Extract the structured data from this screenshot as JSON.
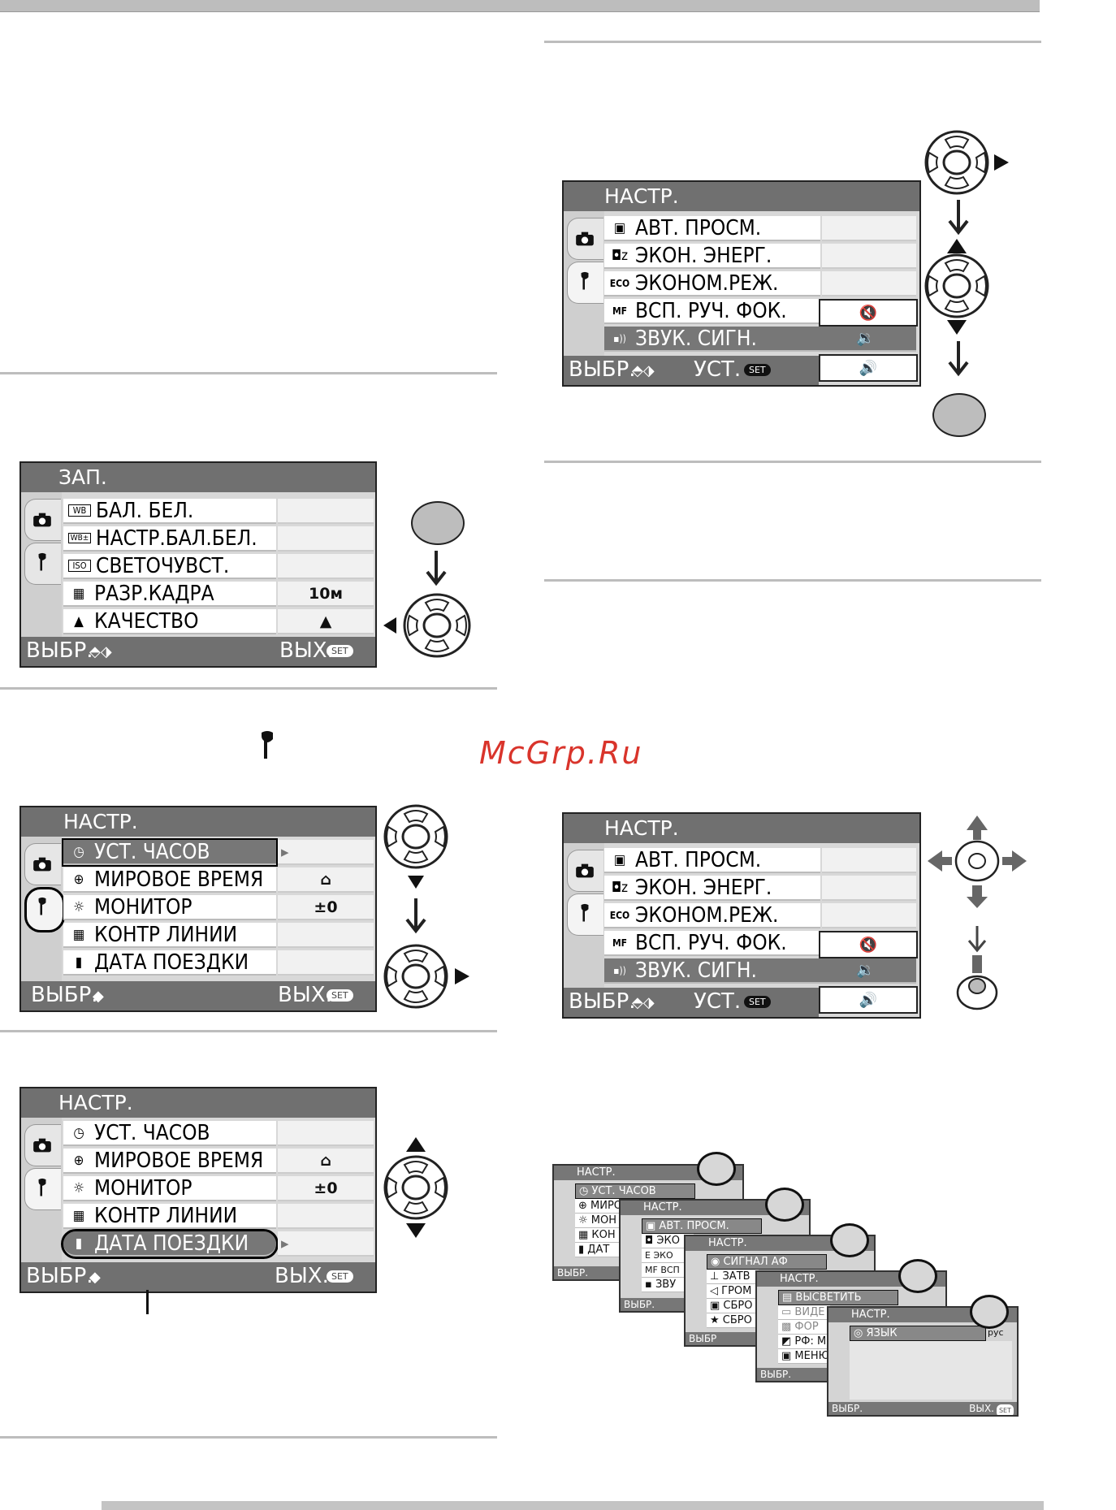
{
  "watermark": "McGrp.Ru",
  "screen_rec": {
    "title": "ЗАП.",
    "items": [
      {
        "icon": "WB",
        "label": "БАЛ. БЕЛ.",
        "value": ""
      },
      {
        "icon": "WB±",
        "label": "НАСТР.БАЛ.БЕЛ.",
        "value": ""
      },
      {
        "icon": "ISO",
        "label": "СВЕТОЧУВСТ.",
        "value": ""
      },
      {
        "icon": "▦",
        "label": "РАЗР.КАДРА",
        "value": "10м"
      },
      {
        "icon": "▲",
        "label": "КАЧЕСТВО",
        "value": "▲"
      }
    ],
    "footer_left": "ВЫБР.",
    "footer_right": "ВЫХ.",
    "set": "SET"
  },
  "screen_setup_a": {
    "title": "НАСТР.",
    "items": [
      {
        "icon": "◷",
        "label": "УСТ. ЧАСОВ",
        "value": "▸"
      },
      {
        "icon": "⊕",
        "label": "МИРОВОЕ ВРЕМЯ",
        "value": "⌂"
      },
      {
        "icon": "☼",
        "label": "МОНИТОР",
        "value": "±0"
      },
      {
        "icon": "▦",
        "label": "КОНТР ЛИНИИ",
        "value": ""
      },
      {
        "icon": "▮",
        "label": "ДАТА ПОЕЗДКИ",
        "value": ""
      }
    ],
    "footer_left": "ВЫБР.",
    "footer_right": "ВЫХ.",
    "set": "SET"
  },
  "screen_setup_b": {
    "title": "НАСТР.",
    "items": [
      {
        "icon": "◷",
        "label": "УСТ. ЧАСОВ",
        "value": ""
      },
      {
        "icon": "⊕",
        "label": "МИРОВОЕ ВРЕМЯ",
        "value": "⌂"
      },
      {
        "icon": "☼",
        "label": "МОНИТОР",
        "value": "±0"
      },
      {
        "icon": "▦",
        "label": "КОНТР ЛИНИИ",
        "value": ""
      },
      {
        "icon": "▮",
        "label": "ДАТА ПОЕЗДКИ",
        "value": "▸"
      }
    ],
    "footer_left": "ВЫБР.",
    "footer_right": "ВЫХ.",
    "set": "SET"
  },
  "screen_beep": {
    "title": "НАСТР.",
    "items": [
      {
        "icon": "▣",
        "label": "АВТ. ПРОСМ."
      },
      {
        "icon": "◘z",
        "label": "ЭКОН. ЭНЕРГ."
      },
      {
        "icon": "ECO",
        "label": "ЭКОНОМ.РЕЖ."
      },
      {
        "icon": "MF",
        "label": "ВСП. РУЧ. ФОК."
      },
      {
        "icon": "▪))",
        "label": "ЗВУК. СИГН."
      }
    ],
    "options": [
      "🔇",
      "🔉",
      "🔊"
    ],
    "footer_left": "ВЫБР.",
    "footer_right": "УСТ.",
    "set": "SET"
  },
  "stack": [
    {
      "title": "НАСТР.",
      "row1": "УСТ. ЧАСОВ",
      "rows": [
        "МИРО",
        "МОН",
        "КОН",
        "ДАТ"
      ],
      "foot": "ВЫБР."
    },
    {
      "title": "НАСТР.",
      "row1": "АВТ. ПРОСМ.",
      "rows": [
        "ЭКО",
        "ЭКО",
        "ВСП",
        "ЗВУ"
      ],
      "foot": "ВЫБР."
    },
    {
      "title": "НАСТР.",
      "row1": "СИГНАЛ АФ",
      "rows": [
        "ЗАТВ",
        "ГРОМ",
        "СБРО",
        "СБРО"
      ],
      "foot": "ВЫБР"
    },
    {
      "title": "НАСТР.",
      "row1": "ВЫСВЕТИТЬ",
      "rows": [
        "ВИДЕ",
        "ФОР",
        "РФ: М",
        "МЕНЮ"
      ],
      "foot": "ВЫБР."
    },
    {
      "title": "НАСТР.",
      "row1": "ЯЗЫК",
      "rows": [],
      "foot": "ВЫБР.",
      "foot_right": "ВЫХ.",
      "value": "рус"
    }
  ]
}
